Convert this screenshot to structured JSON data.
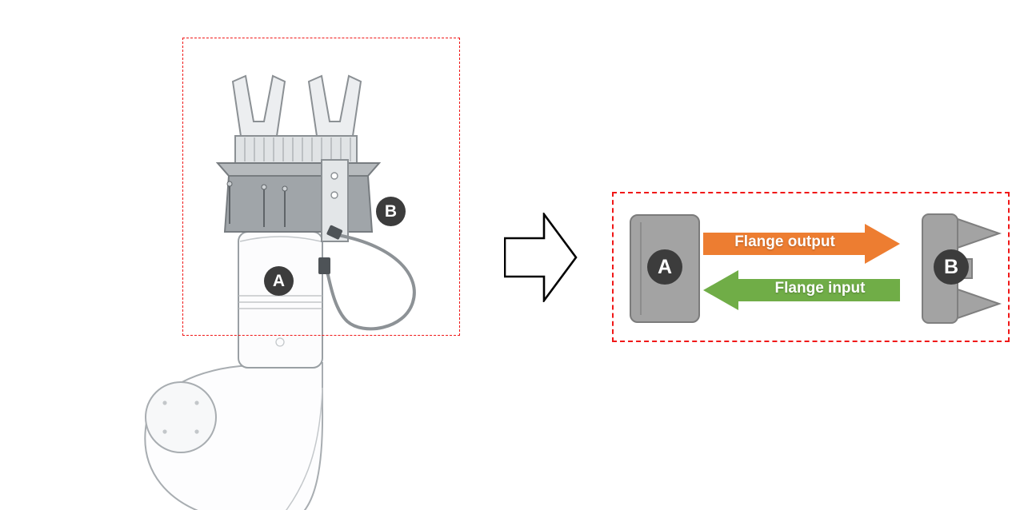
{
  "figure": {
    "photo": {
      "label_a": "A",
      "label_b": "B"
    },
    "schematic": {
      "label_a": "A",
      "label_b": "B",
      "output_label": "Flange output",
      "input_label": "Flange input"
    }
  },
  "colors": {
    "highlight_red": "#f01818",
    "output_orange": "#ed7d31",
    "input_green": "#70ad47",
    "badge_dark": "#3c3c3c",
    "flange_gray": "#a3a3a3",
    "transition_arrow_fill": "#ffffff",
    "transition_arrow_stroke": "#000000"
  },
  "icons": {
    "transition_arrow": "right-block-arrow",
    "robot_illustration": "robot-arm-wrist-with-gripper-and-cable"
  }
}
